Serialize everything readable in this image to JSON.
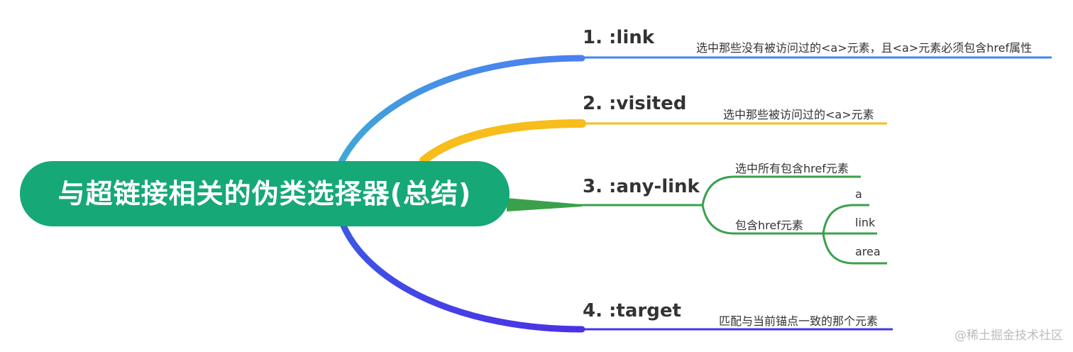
{
  "root": {
    "title": "与超链接相关的伪类选择器(总结)",
    "color": "#16a877"
  },
  "branches": [
    {
      "title": "1. :link",
      "color": "#4285f4",
      "description": "选中那些没有被访问过的<a>元素，且<a>元素必须包含href属性"
    },
    {
      "title": "2. :visited",
      "color": "#f7bd1b",
      "description": "选中那些被访问过的<a>元素"
    },
    {
      "title": "3. :any-link",
      "color": "#3aa14a",
      "children": [
        {
          "label": "选中所有包含href元素"
        },
        {
          "label": "包含href元素",
          "children": [
            "a",
            "link",
            "area"
          ]
        }
      ]
    },
    {
      "title": "4. :target",
      "color": "#4637e6",
      "description": "匹配与当前锚点一致的那个元素"
    }
  ],
  "watermark": "@稀土掘金技术社区"
}
